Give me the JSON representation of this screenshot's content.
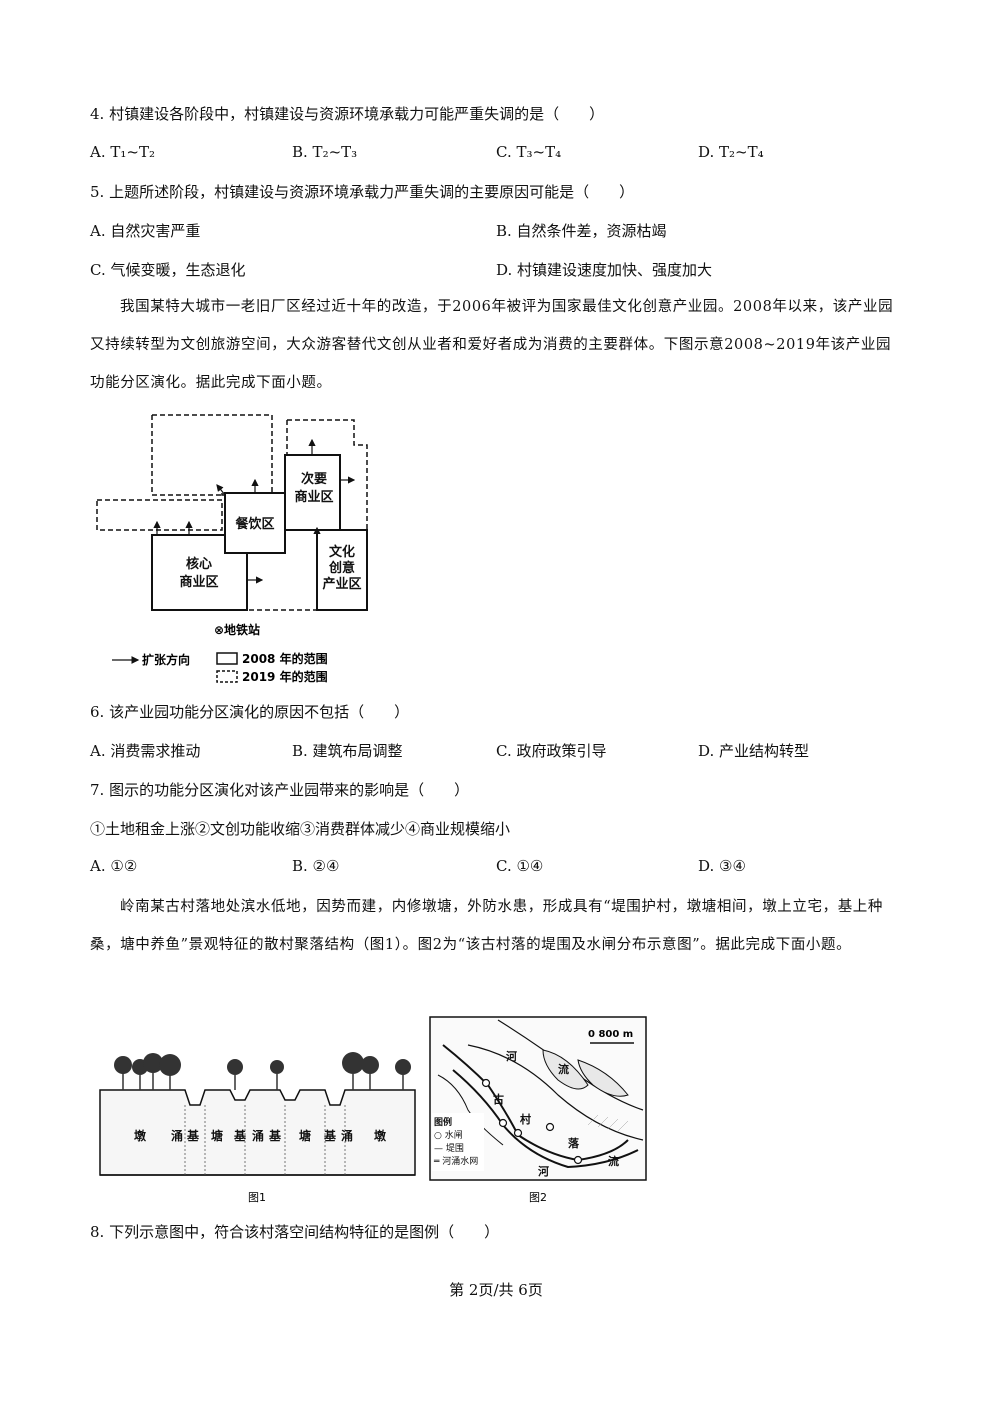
{
  "q4": {
    "stem": "4. 村镇建设各阶段中，村镇建设与资源环境承载力可能严重失调的是（　　）",
    "options": [
      "A. T₁~T₂",
      "B. T₂~T₃",
      "C. T₃~T₄",
      "D. T₂~T₄"
    ]
  },
  "q5": {
    "stem": "5. 上题所述阶段，村镇建设与资源环境承载力严重失调的主要原因可能是（　　）",
    "options": [
      "A.  自然灾害严重",
      "B.  自然条件差，资源枯竭",
      "C.  气候变暖，生态退化",
      "D.  村镇建设速度加快、强度加大"
    ]
  },
  "passage1": "我国某特大城市一老旧厂区经过近十年的改造，于2006年被评为国家最佳文化创意产业园。2008年以来，该产业园又持续转型为文创旅游空间，大众游客替代文创从业者和爱好者成为消费的主要群体。下图示意2008~2019年该产业园功能分区演化。据此完成下面小题。",
  "figure1": {
    "zones": {
      "core": [
        "核心",
        "商业区"
      ],
      "food": "餐饮区",
      "secondary": [
        "次要",
        "商业区"
      ],
      "culture": [
        "文化",
        "创意",
        "产业区"
      ]
    },
    "station": "⊗地铁站",
    "legend": {
      "expand": "扩张方向",
      "y2008": "2008 年的范围",
      "y2019": "2019 年的范围"
    }
  },
  "q6": {
    "stem": "6. 该产业园功能分区演化的原因不包括（　　）",
    "options": [
      "A.  消费需求推动",
      "B.  建筑布局调整",
      "C.  政府政策引导",
      "D.  产业结构转型"
    ]
  },
  "q7": {
    "stem": "7. 图示的功能分区演化对该产业园带来的影响是（　　）",
    "statements": "①土地租金上涨②文创功能收缩③消费群体减少④商业规模缩小",
    "options": [
      "A. ①②",
      "B. ②④",
      "C. ①④",
      "D. ③④"
    ]
  },
  "passage2": "岭南某古村落地处滨水低地，因势而建，内修墩塘，外防水患，形成具有“堤围护村，墩塘相间，墩上立宅，基上种桑，塘中养鱼”景观特征的散村聚落结构（图1）。图2为“该古村落的堤围及水闸分布示意图”。据此完成下面小题。",
  "figure2": {
    "fig1_labels": [
      "墩",
      "涌",
      "基",
      "塘",
      "基",
      "涌",
      "基",
      "塘",
      "基",
      "涌",
      "墩"
    ],
    "fig1_caption": "图1",
    "fig2_caption": "图2",
    "scale": "0    800 m",
    "map_labels": [
      "河",
      "流",
      "古",
      "村",
      "落",
      "河",
      "流"
    ],
    "legend_title": "图例",
    "legend": [
      "○ 水闸",
      "— 堤围",
      "═ 河涌水网"
    ]
  },
  "q8": {
    "stem": "8. 下列示意图中，符合该村落空间结构特征的是图例（　　）"
  },
  "footer": "第 2页/共 6页"
}
